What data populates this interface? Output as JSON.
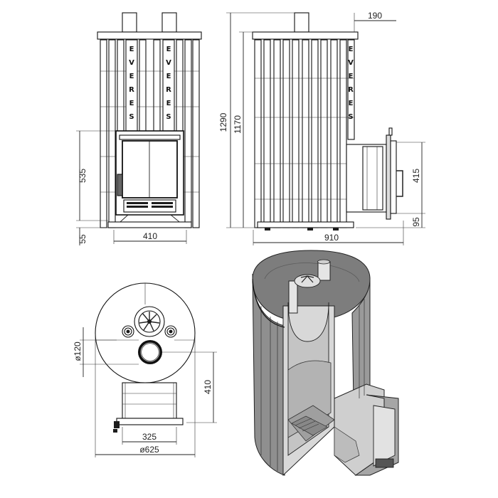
{
  "brand": "EVERES",
  "dimensions": {
    "front_height_door": "535",
    "front_bottom": "55",
    "front_width": "410",
    "total_height": "1290",
    "body_height": "1170",
    "side_top": "190",
    "side_tunnel": "415",
    "side_bottom": "95",
    "side_width": "910",
    "top_pipe_dia": "ø120",
    "top_depth": "410",
    "top_tunnel_width": "325",
    "top_diameter": "ø625"
  }
}
